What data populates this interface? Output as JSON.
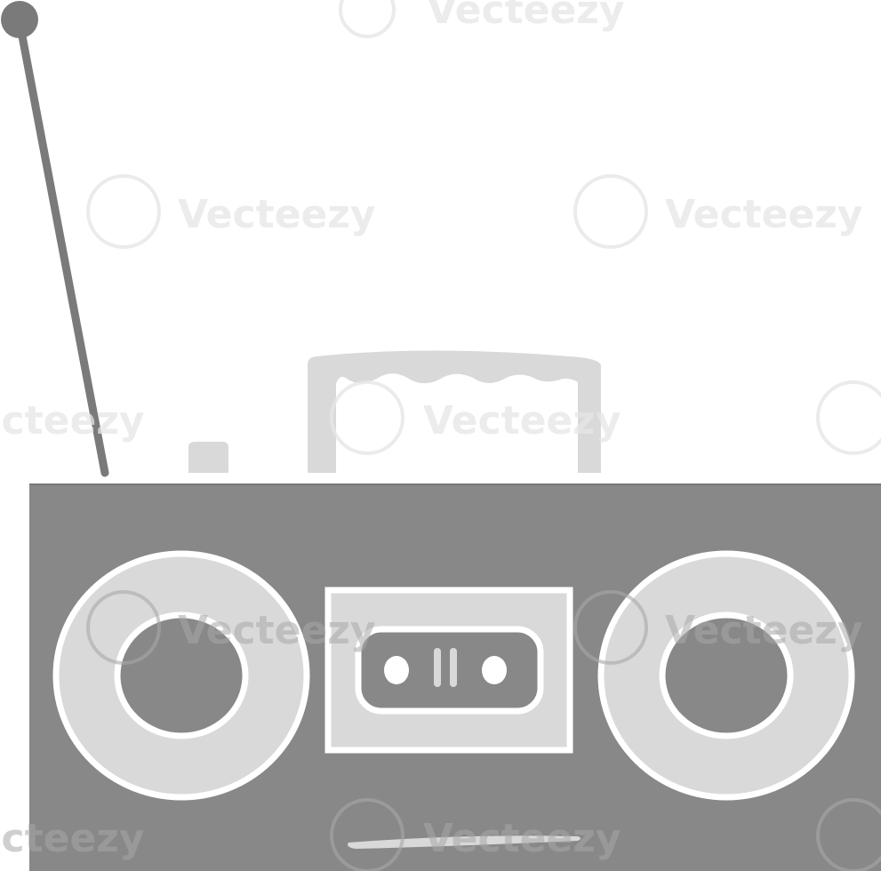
{
  "illustration": {
    "subject": "boombox-radio-icon",
    "style": "flat grayscale cartoon",
    "colors": {
      "background": "#ffffff",
      "body": "#888888",
      "antenna": "#7a7a7a",
      "light_parts": "#d9d9d9",
      "outline": "#ffffff"
    }
  },
  "watermark": {
    "text": "Vecteezy",
    "icon": "vecteezy-v-logo"
  }
}
